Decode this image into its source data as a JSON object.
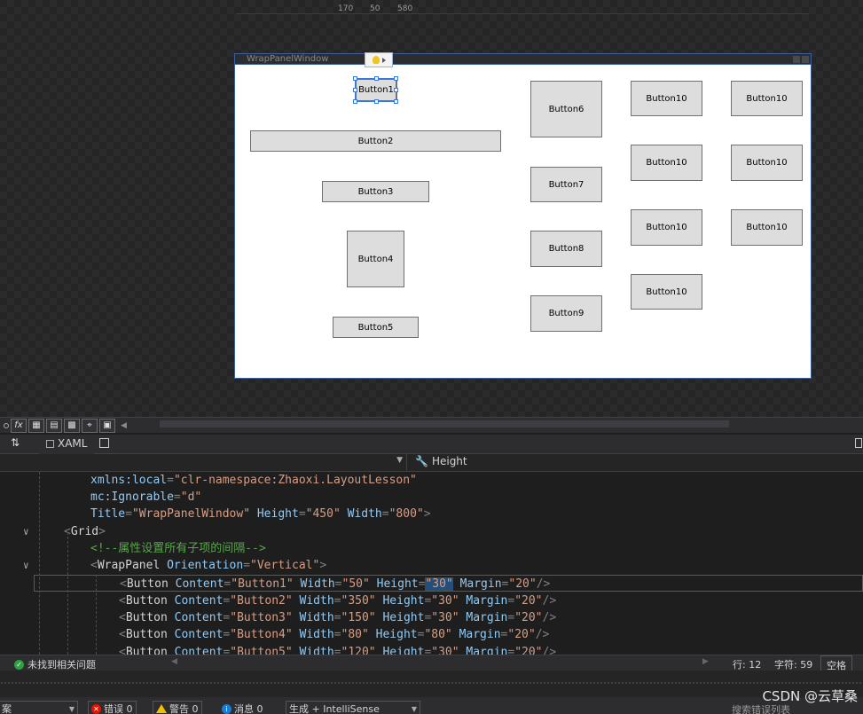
{
  "ruler": {
    "marks": [
      "170",
      "50",
      "580"
    ]
  },
  "designer": {
    "window_title": "WrapPanelWindow",
    "buttons": {
      "b1": "Button1",
      "b2": "Button2",
      "b3": "Button3",
      "b4": "Button4",
      "b5": "Button5",
      "b6": "Button6",
      "b7": "Button7",
      "b8": "Button8",
      "b9": "Button9",
      "b10": "Button10"
    }
  },
  "tool_strip": {
    "fx": "fx"
  },
  "tabs": {
    "xaml": "XAML"
  },
  "nav": {
    "property": "Height"
  },
  "code": {
    "l1_attr": "xmlns",
    "l1_ns": ":local",
    "l1_val": "\"clr-namespace:Zhaoxi.LayoutLesson\"",
    "l2_attr": "mc:Ignorable",
    "l2_val": "\"d\"",
    "l3_a1": "Title",
    "l3_v1": "\"WrapPanelWindow\"",
    "l3_a2": "Height",
    "l3_v2": "\"450\"",
    "l3_a3": "Width",
    "l3_v3": "\"800\"",
    "grid": "Grid",
    "comment": "<!--属性设置所有子项的间隔-->",
    "wrap_tag": "WrapPanel",
    "wrap_attr": "Orientation",
    "wrap_val": "\"Vertical\"",
    "btn_tag": "Button",
    "attr_content": "Content",
    "attr_width": "Width",
    "attr_height": "Height",
    "attr_margin": "Margin",
    "rows": [
      {
        "content": "\"Button1\"",
        "width": "\"50\"",
        "height_q": "\"",
        "height_sel": "30",
        "height_q2": "\"",
        "margin": "\"20\""
      },
      {
        "content": "\"Button2\"",
        "width": "\"350\"",
        "height": "\"30\"",
        "margin": "\"20\""
      },
      {
        "content": "\"Button3\"",
        "width": "\"150\"",
        "height": "\"30\"",
        "margin": "\"20\""
      },
      {
        "content": "\"Button4\"",
        "width": "\"80\"",
        "height": "\"80\"",
        "margin": "\"20\""
      },
      {
        "content": "\"Button5\"",
        "width": "\"120\"",
        "height": "\"30\"",
        "margin": "\"20\""
      }
    ]
  },
  "editor_status": {
    "issues": "未找到相关问题",
    "line": "行: 12",
    "char": "字符: 59",
    "space": "空格"
  },
  "error_list": {
    "left_partial": "案",
    "errors": "错误 0",
    "warnings": "警告 0",
    "messages": "消息 0",
    "build": "生成 + IntelliSense",
    "search": "搜索错误列表"
  },
  "watermark": "CSDN @云草桑",
  "colors": {
    "attr": "#92caf4",
    "string": "#d69d85",
    "comment": "#57a64a",
    "selection": "#264f78",
    "error": "#e51400",
    "warning": "#f0c000",
    "info": "#1c7cd6",
    "ok": "#2ea043"
  }
}
